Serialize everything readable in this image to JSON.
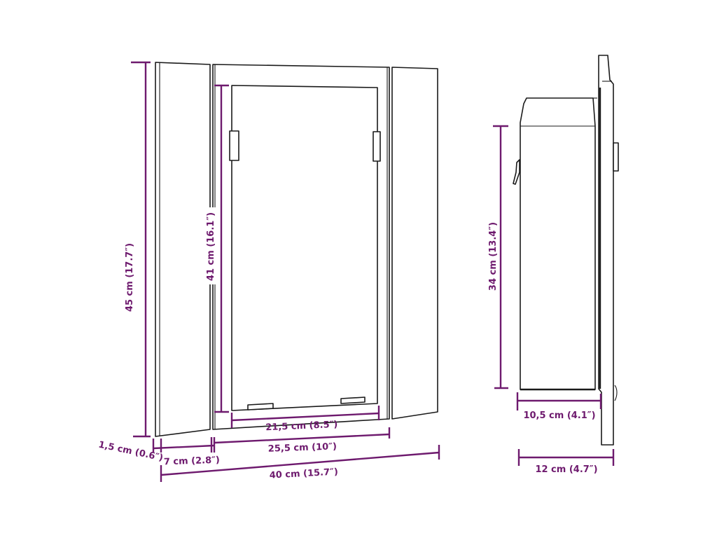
{
  "diagram": {
    "type": "product-dimension-drawing",
    "subject": "wall mirror cabinet",
    "dimension_color": "#6e1a6e",
    "line_color": "#1a1a1a",
    "background_color": "#ffffff",
    "front_view": {
      "dimensions": {
        "total_height": "45 cm (17.7″)",
        "door_height": "41 cm (16.1″)",
        "mirror_width": "21,5 cm (8.5″)",
        "door_width": "25,5 cm (10″)",
        "side_panel_depth": "1,5 cm (0.6″)",
        "side_panel_width": "7 cm (2.8″)",
        "total_width": "40 cm (15.7″)"
      }
    },
    "side_view": {
      "dimensions": {
        "cabinet_height": "34 cm (13.4″)",
        "cabinet_depth": "10,5 cm (4.1″)",
        "total_depth": "12 cm (4.7″)"
      }
    }
  }
}
